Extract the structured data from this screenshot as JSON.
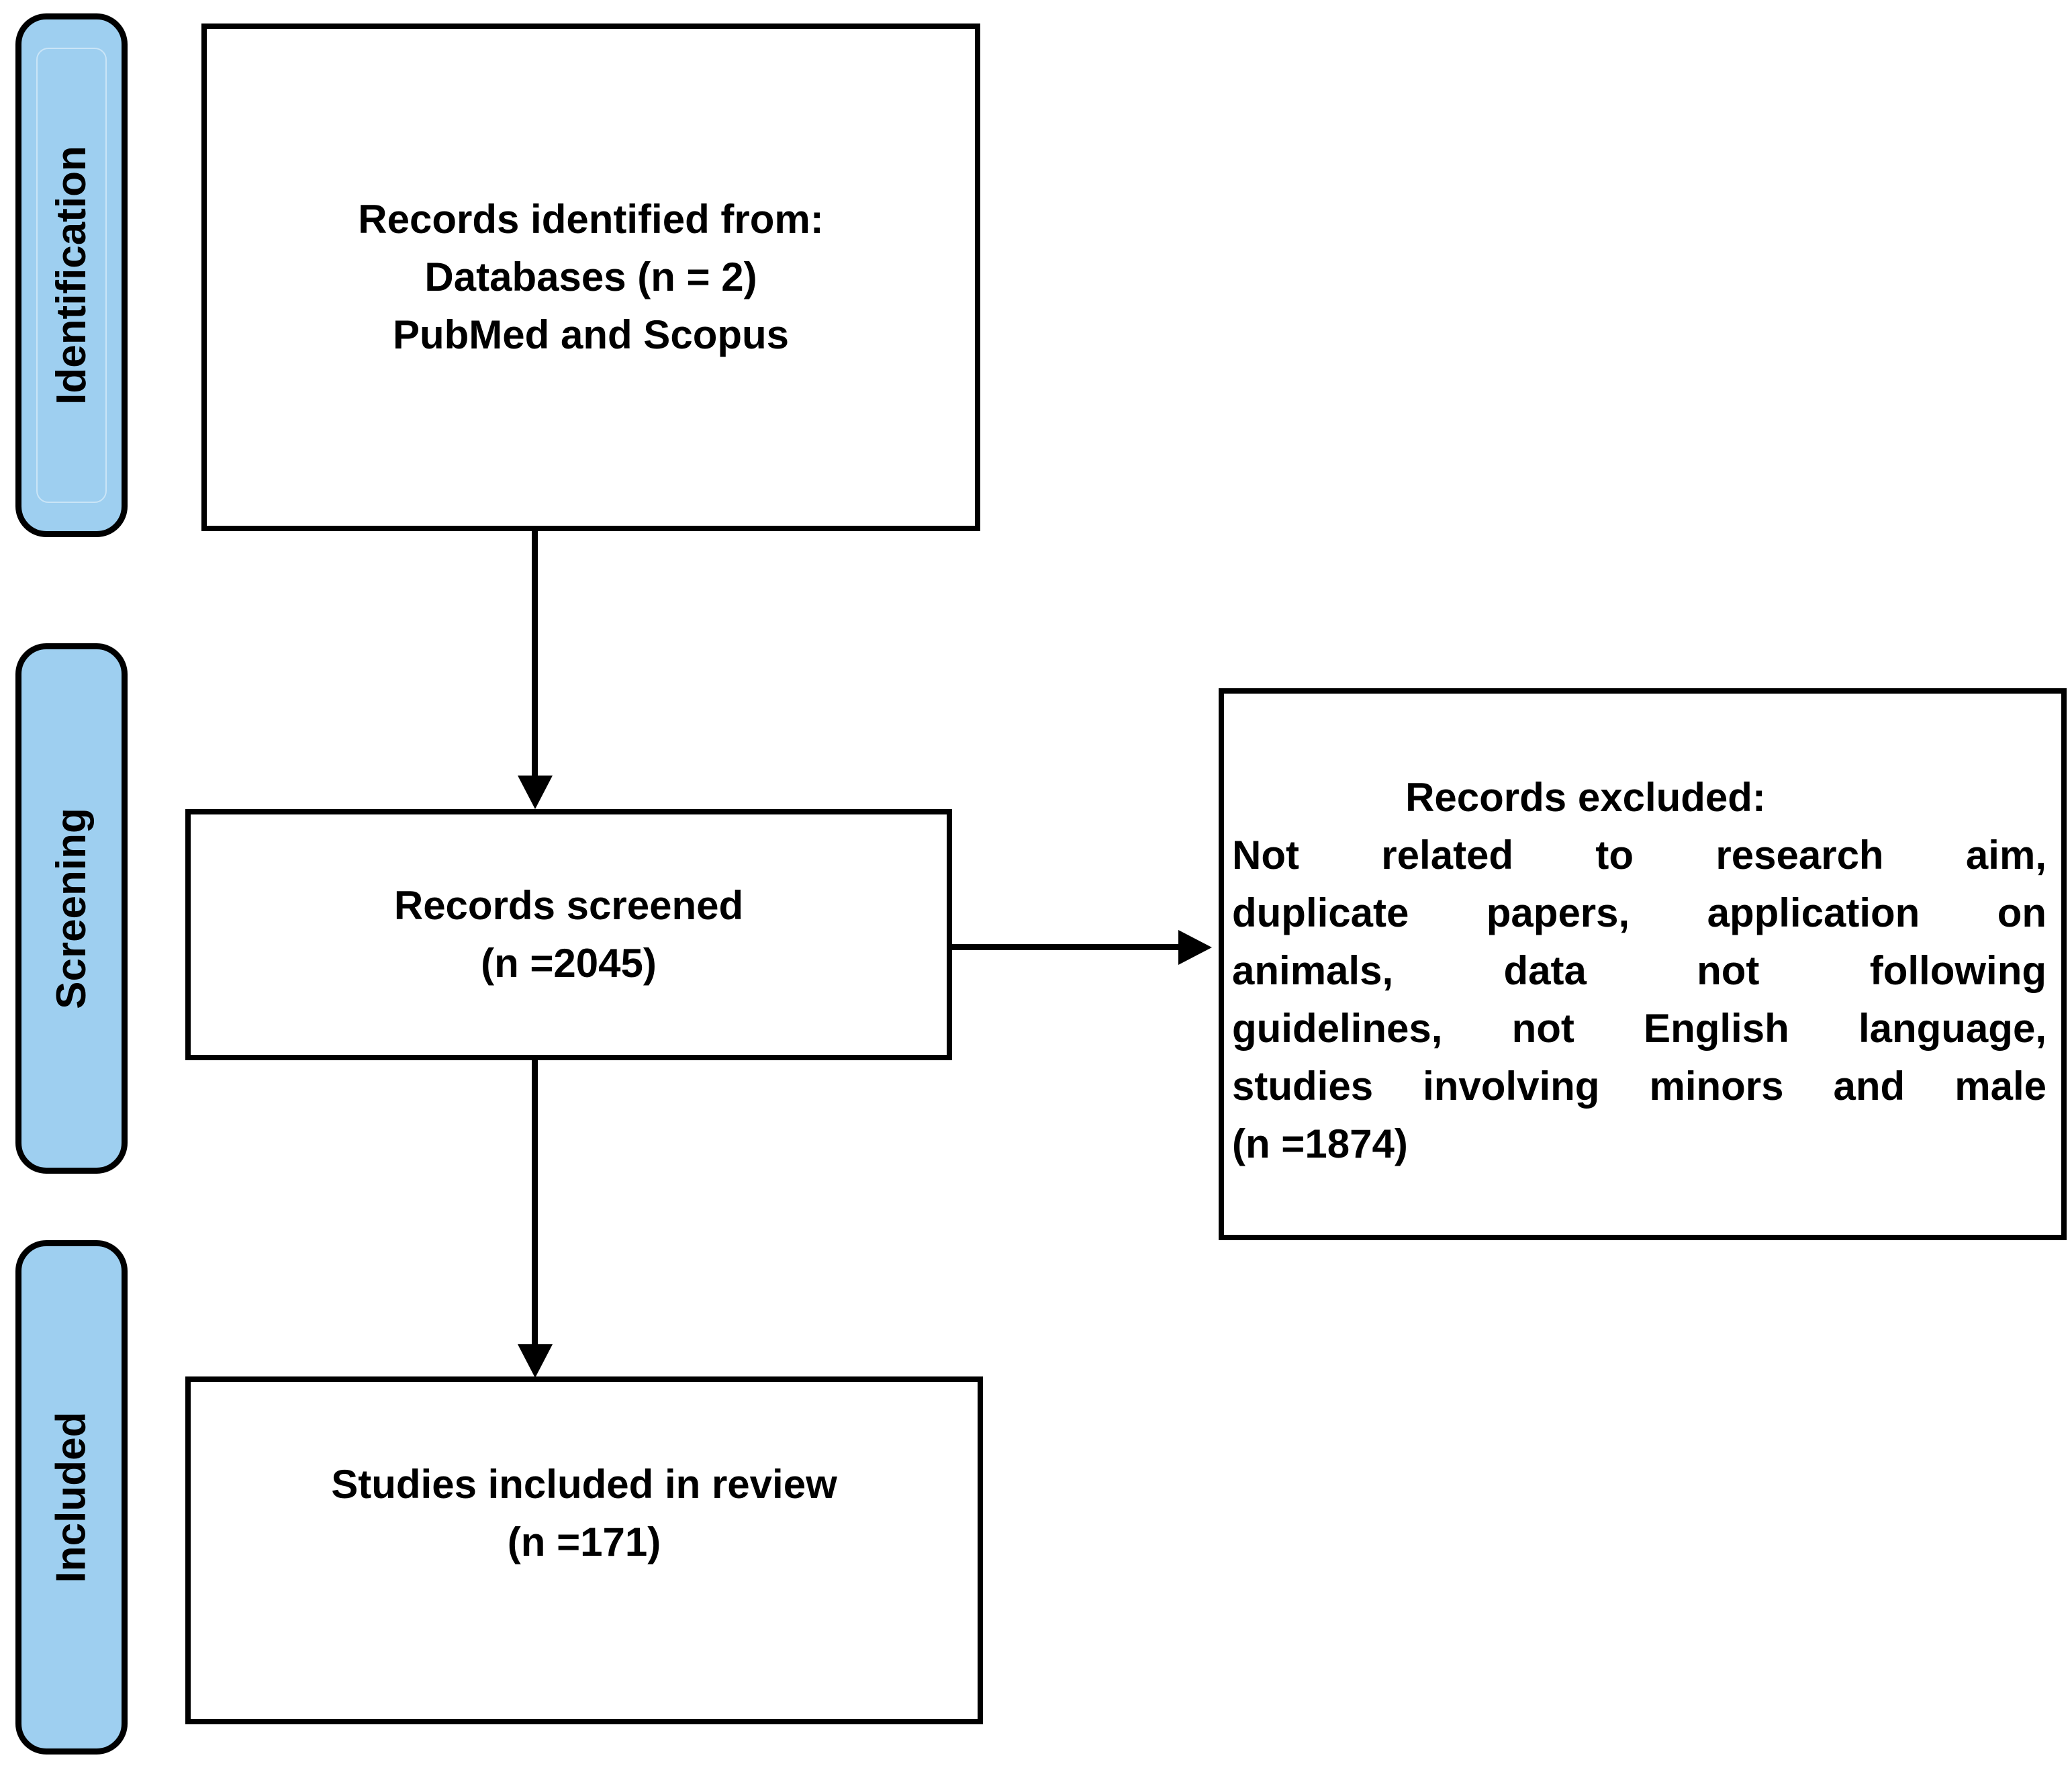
{
  "figure": {
    "type": "prisma-flow-diagram",
    "colors": {
      "background": "#FFFFFF",
      "stage_fill": "#9ECFF0",
      "stage_border": "#000000",
      "box_border": "#000000",
      "text": "#000000"
    },
    "stages": [
      {
        "label": "Identification"
      },
      {
        "label": "Screening"
      },
      {
        "label": "Included"
      }
    ],
    "boxes": {
      "identified": {
        "lines": [
          "Records identified from:",
          "Databases (n = 2)",
          "PubMed and Scopus"
        ]
      },
      "screened": {
        "lines": [
          "Records screened",
          "(n =2045)"
        ]
      },
      "excluded": {
        "heading": "Records excluded:",
        "body_lines": [
          "Not related to research aim,",
          "duplicate papers, application on",
          "animals, data not following",
          "guidelines, not English language,",
          "studies involving minors and male"
        ],
        "count_line": "(n =1874)"
      },
      "included": {
        "lines": [
          "Studies included in review",
          "(n =171)"
        ]
      }
    }
  }
}
